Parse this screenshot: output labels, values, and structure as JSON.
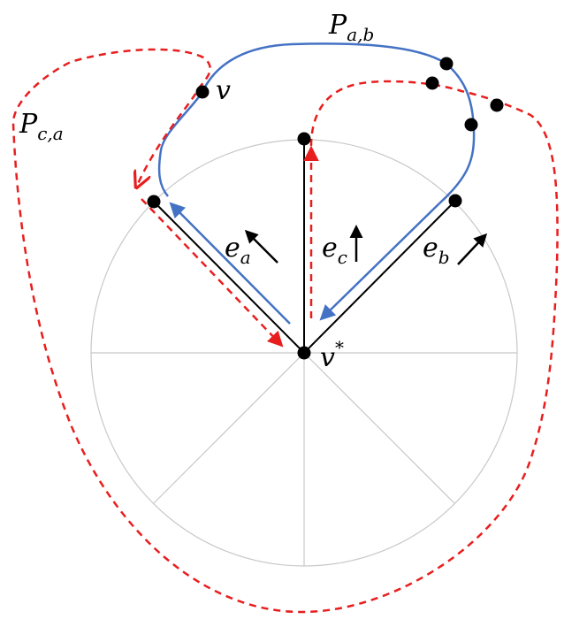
{
  "labels": {
    "P_ab": {
      "base": "P",
      "sub": "a,b"
    },
    "P_ca": {
      "base": "P",
      "sub": "c,a"
    },
    "v": {
      "base": "v"
    },
    "v_star": {
      "base": "v",
      "sup": "*"
    },
    "e_a": {
      "base": "e",
      "sub": "a"
    },
    "e_b": {
      "base": "e",
      "sub": "b"
    },
    "e_c": {
      "base": "e",
      "sub": "c"
    }
  },
  "colors": {
    "circle_grid": "#c8c8c8",
    "edge": "#000000",
    "path_ab": "#4472c4",
    "path_ca": "#e81e1e",
    "vertex": "#000000"
  }
}
